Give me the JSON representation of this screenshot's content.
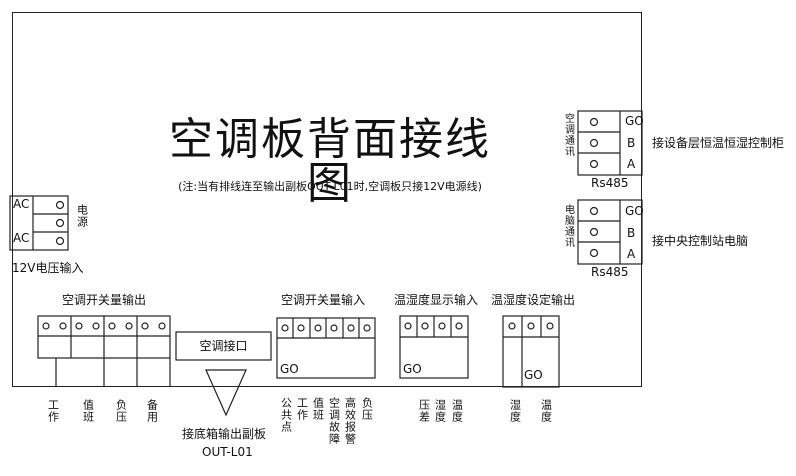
{
  "title": "空调板背面接线图",
  "subtitle": "(注:当有排线连至输出副板OUT-L01时,空调板只接12V电源线)",
  "power": {
    "pin1": "AC",
    "pin2": "AC",
    "side_label": "电源",
    "caption": "12V电压输入"
  },
  "rs485_top": {
    "side_label": "空调通讯",
    "pin_go": "GO",
    "pin_b": "B",
    "pin_a": "A",
    "bottom_label": "Rs485",
    "external_label": "接设备层恒温恒湿控制柜"
  },
  "rs485_bottom": {
    "side_label": "电脑通讯",
    "pin_go": "GO",
    "pin_b": "B",
    "pin_a": "A",
    "bottom_label": "Rs485",
    "external_label": "接中央控制站电脑"
  },
  "ac_switch_output": {
    "heading": "空调开关量输出",
    "labels": [
      "工作",
      "值班",
      "负压",
      "备用"
    ]
  },
  "ac_interface": {
    "label": "空调接口",
    "target_label": "接底箱输出副板",
    "target_code": "OUT-L01"
  },
  "ac_switch_input": {
    "heading": "空调开关量输入",
    "go_label": "GO",
    "labels": [
      "公共点",
      "工作",
      "值班",
      "空调故障",
      "高效报警",
      "负压"
    ]
  },
  "humidity_display_input": {
    "heading": "温湿度显示输入",
    "go_label": "GO",
    "labels": [
      "压差",
      "湿度",
      "温度"
    ]
  },
  "humidity_set_output": {
    "heading": "温湿度设定输出",
    "go_label": "GO",
    "labels": [
      "湿度",
      "温度"
    ]
  }
}
